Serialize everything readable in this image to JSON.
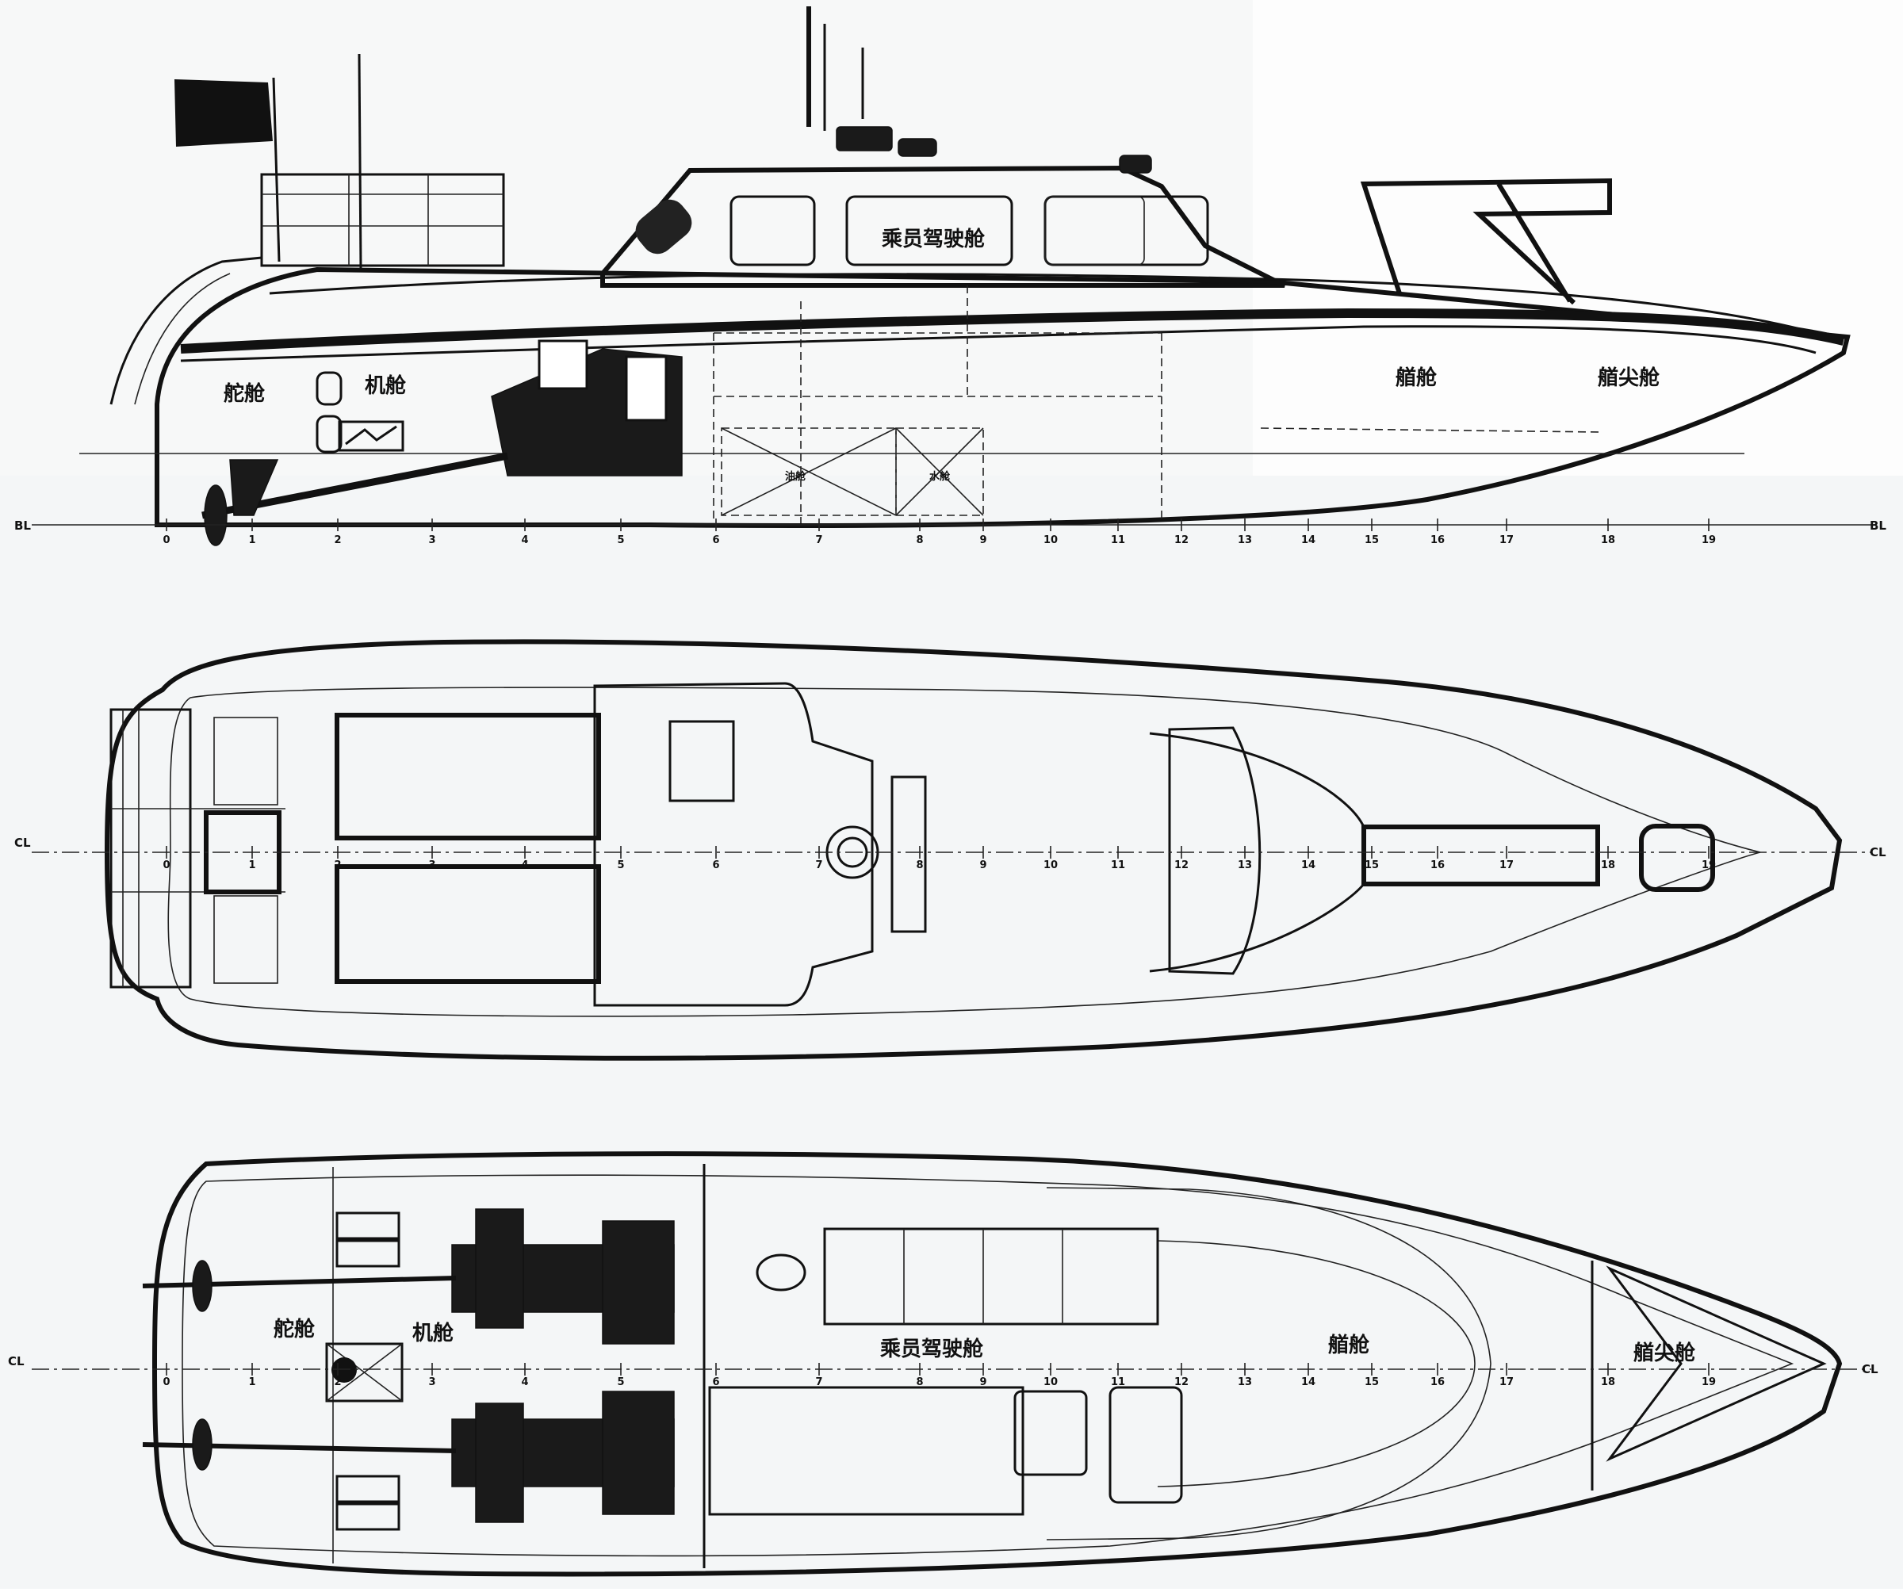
{
  "labels": {
    "profile": {
      "crew_cabin": "乘员驾驶舱",
      "rudder_room": "舵舱",
      "engine_room": "机舱",
      "forward_room": "艏舱",
      "bow_room": "艏尖舱",
      "tank_a": "油舱",
      "tank_b": "水舱"
    },
    "plan": {
      "rudder_room": "舵舱",
      "engine_room": "机舱",
      "crew_cabin": "乘员驾驶舱",
      "forward_room": "艏舱",
      "bow_room": "艏尖舱"
    }
  },
  "axis": {
    "baseline": "BL",
    "centerline": "CL"
  },
  "frames": [
    "0",
    "1",
    "2",
    "3",
    "4",
    "5",
    "6",
    "7",
    "8",
    "9",
    "10",
    "11",
    "12",
    "13",
    "14",
    "15",
    "16",
    "17",
    "18",
    "19"
  ]
}
